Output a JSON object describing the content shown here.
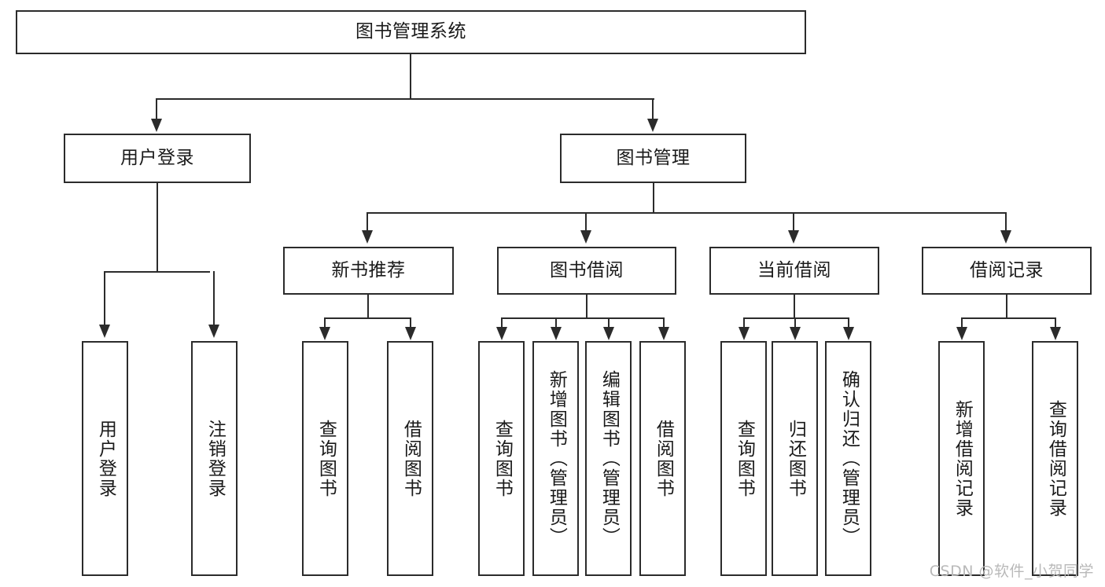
{
  "diagram": {
    "title": "图书管理系统",
    "type": "功能结构图",
    "root": {
      "label": "图书管理系统"
    },
    "level2": [
      {
        "label": "用户登录"
      },
      {
        "label": "图书管理"
      }
    ],
    "level3": [
      {
        "label": "新书推荐"
      },
      {
        "label": "图书借阅"
      },
      {
        "label": "当前借阅"
      },
      {
        "label": "借阅记录"
      }
    ],
    "leaves": {
      "user_login": [
        {
          "label": "用户登录"
        },
        {
          "label": "注销登录"
        }
      ],
      "new_book_recommend": [
        {
          "label": "查询图书"
        },
        {
          "label": "借阅图书"
        }
      ],
      "book_borrow": [
        {
          "label": "查询图书"
        },
        {
          "label": "新增图书（管理员）"
        },
        {
          "label": "编辑图书（管理员）"
        },
        {
          "label": "借阅图书"
        }
      ],
      "current_borrow": [
        {
          "label": "查询图书"
        },
        {
          "label": "归还图书"
        },
        {
          "label": "确认归还（管理员）"
        }
      ],
      "borrow_record": [
        {
          "label": "新增借阅记录"
        },
        {
          "label": "查询借阅记录"
        }
      ]
    }
  },
  "watermark": {
    "text": "CSDN @软件_小贺同学"
  },
  "colors": {
    "stroke": "#2b2b2b",
    "background": "#ffffff",
    "text": "#1a1a1a",
    "watermark": "#b9b9b9"
  }
}
